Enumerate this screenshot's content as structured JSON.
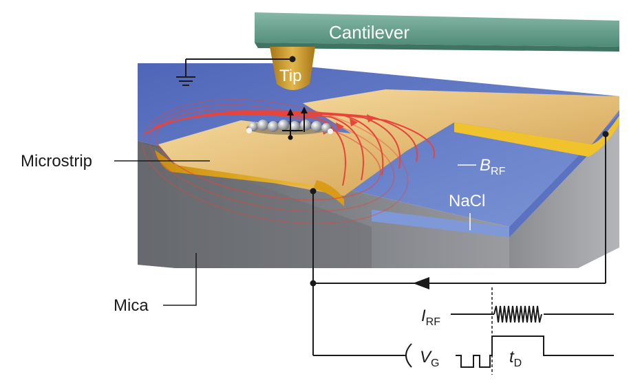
{
  "labels": {
    "cantilever": "Cantilever",
    "tip": "Tip",
    "microstrip": "Microstrip",
    "b_main": "B",
    "b_sub": "RF",
    "nacl": "NaCl",
    "mica": "Mica",
    "i_main": "I",
    "i_sub": "RF",
    "v_main": "V",
    "v_sub": "G",
    "t_main": "t",
    "t_sub": "D"
  },
  "colors": {
    "cantilever": "#5f9a86",
    "tip": "#c8962a",
    "nacl": "#6e86c8",
    "mica": "#8a8d92",
    "microstrip": "#e0b56a",
    "field_lines": "#e8443a",
    "wires": "#1a1a1a"
  },
  "icons": {
    "ground": "ground-symbol-icon",
    "arrow": "signal-arrow-icon"
  }
}
